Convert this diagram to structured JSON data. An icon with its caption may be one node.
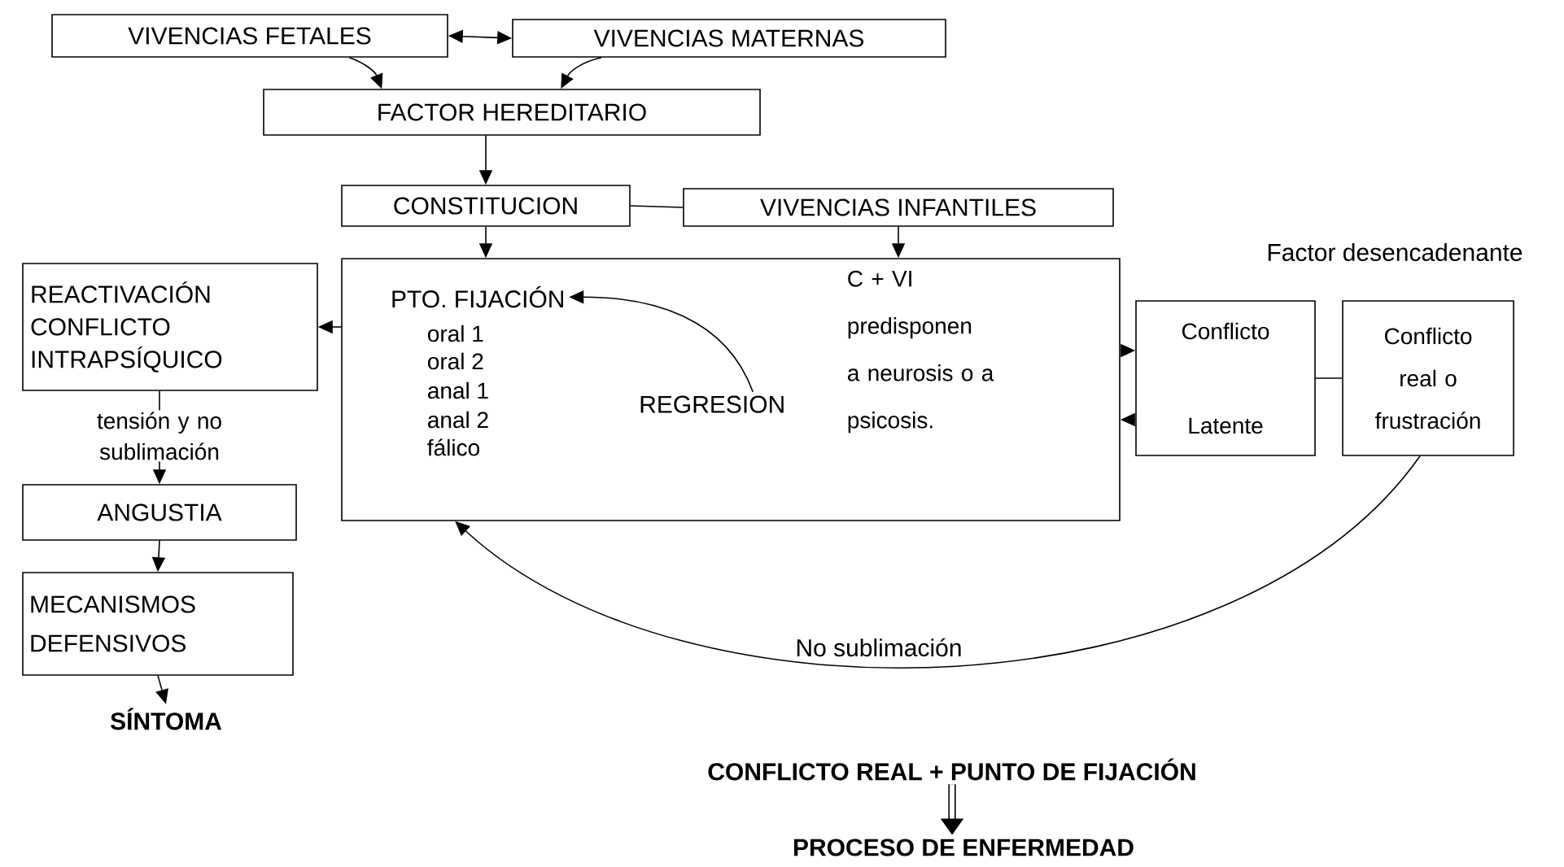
{
  "diagram": {
    "nodes": [
      {
        "text": [
          "VIVENCIAS FETALES"
        ]
      },
      {
        "text": [
          "VIVENCIAS MATERNAS"
        ]
      },
      {
        "text": [
          "FACTOR HEREDITARIO"
        ]
      },
      {
        "text": [
          "CONSTITUCION"
        ]
      },
      {
        "text": [
          "VIVENCIAS INFANTILES"
        ]
      },
      {
        "text": [
          "oral 1",
          "oral 2",
          "anal 1",
          "anal 2",
          "fálico",
          "C + VI predisponen a neurosis o a psicosis."
        ]
      },
      {
        "text": [
          "PTO. FIJACIÓN"
        ],
        "in": 5
      },
      {
        "text": [
          "REGRESION"
        ],
        "in": 5
      },
      {
        "text": [
          "REACTIVACIÓN CONFLICTO INTRAPSÍQUICO"
        ]
      },
      {
        "text": [
          "ANGUSTIA"
        ]
      },
      {
        "text": [
          "MECANISMOS DEFENSIVOS"
        ]
      },
      {
        "text": [
          "SÍNTOMA"
        ]
      },
      {
        "text": [
          "Conflicto Latente"
        ]
      },
      {
        "text": [
          "Conflicto real o frustración"
        ]
      },
      {
        "text": [
          "CONFLICTO REAL + PUNTO DE FIJACIÓN"
        ]
      },
      {
        "text": [
          "PROCESO DE ENFERMEDAD"
        ]
      }
    ],
    "edges": [
      {
        "from": 0,
        "to": 1,
        "arrow": "both"
      },
      {
        "from": 0,
        "to": 2,
        "arrow": "to"
      },
      {
        "from": 1,
        "to": 2,
        "arrow": "to"
      },
      {
        "from": 2,
        "to": 3,
        "arrow": "to"
      },
      {
        "from": 3,
        "to": 4,
        "arrow": "none"
      },
      {
        "from": 3,
        "to": 5,
        "arrow": "to"
      },
      {
        "from": 4,
        "to": 5,
        "arrow": "to"
      },
      {
        "from": 7,
        "to": 6,
        "arrow": "to"
      },
      {
        "from": 5,
        "to": 8,
        "arrow": "to"
      },
      {
        "from": 8,
        "to": 9,
        "arrow": "to",
        "label": "tensión y no sublimación"
      },
      {
        "from": 9,
        "to": 10,
        "arrow": "to"
      },
      {
        "from": 10,
        "to": 11,
        "arrow": "to"
      },
      {
        "from": 5,
        "to": 12,
        "arrow": "to"
      },
      {
        "from": 12,
        "to": 5,
        "arrow": "to"
      },
      {
        "from": 12,
        "to": 13,
        "arrow": "none"
      },
      {
        "from": 13,
        "to": 5,
        "arrow": "to",
        "label": "No sublimación"
      },
      {
        "from": 14,
        "to": 15,
        "arrow": "to",
        "style": "thick"
      }
    ],
    "labels": [
      "Factor desencadenante"
    ]
  }
}
